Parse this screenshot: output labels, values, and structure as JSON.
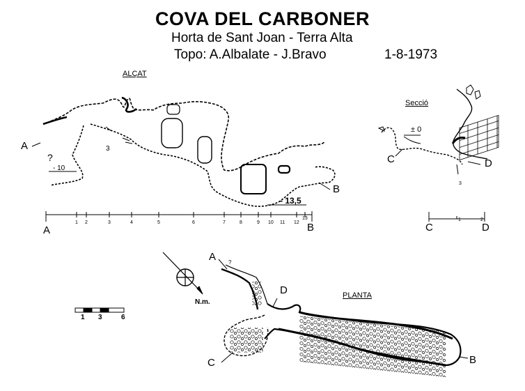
{
  "header": {
    "title": "COVA DEL CARBONER",
    "subtitle": "Horta de Sant Joan - Terra Alta",
    "topo": "Topo: A.Albalate - J.Bravo",
    "date": "1-8-1973"
  },
  "alcat": {
    "title": "ALÇAT",
    "label_a": "A",
    "label_b": "B",
    "question": "?",
    "level_minus10": "- 10",
    "level_minus13": "- 13,5",
    "num_3": "3",
    "scale_ticks": [
      "1",
      "2",
      "3",
      "4",
      "5",
      "6",
      "7",
      "8",
      "9",
      "10",
      "11",
      "12",
      "13"
    ],
    "scale_a": "A",
    "scale_b": "B"
  },
  "seccio": {
    "title": "Secció",
    "level_zero": "± 0",
    "label_c": "C",
    "label_d": "D",
    "num_3": "3",
    "scale_c": "C",
    "scale_d": "D",
    "scale_ticks": [
      "1",
      "2"
    ]
  },
  "planta": {
    "title": "PLANTA",
    "label_a": "A",
    "label_b": "B",
    "label_c": "C",
    "label_d": "D",
    "question": "?",
    "north": "N.m.",
    "scale_labels": [
      "1",
      "3",
      "6"
    ]
  }
}
